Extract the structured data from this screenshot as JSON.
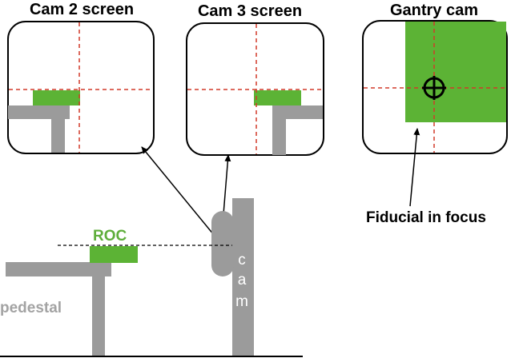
{
  "panels": {
    "cam2_title": "Cam 2 screen",
    "cam3_title": "Cam 3 screen",
    "gantry_title": "Gantry cam"
  },
  "labels": {
    "fiducial": "Fiducial in focus",
    "roc": "ROC",
    "pedestal": "pedestal",
    "cam_letters": [
      "c",
      "a",
      "m"
    ]
  },
  "colors": {
    "green": "#5cb335",
    "gray": "#9b9b9b",
    "red_dash": "#d23a2a",
    "roc_text": "#5fae3c",
    "pedestal_text": "#a3a3a3"
  }
}
